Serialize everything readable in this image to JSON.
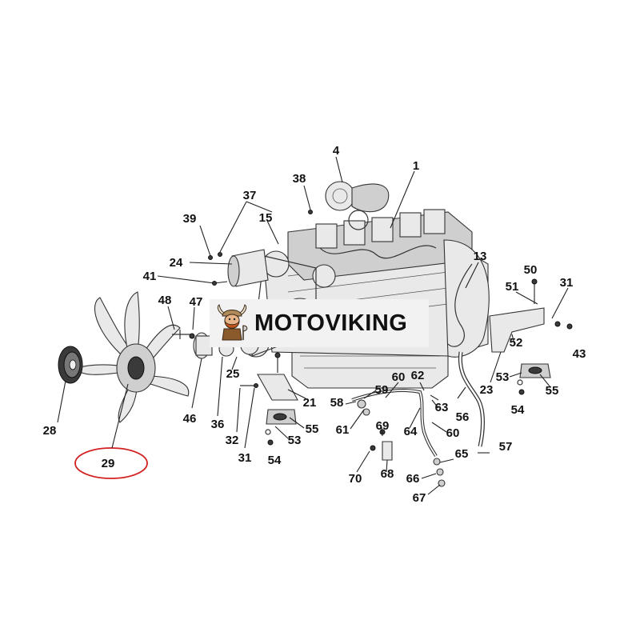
{
  "watermark": {
    "brand": "MOTOVIKING",
    "logo_icon": "viking-mascot-icon",
    "background": "#f2f2f2"
  },
  "highlight": {
    "part": "29",
    "color": "#d32020"
  },
  "labels": {
    "p1": "1",
    "p4": "4",
    "p13": "13",
    "p15": "15",
    "p21": "21",
    "p23": "23",
    "p24": "24",
    "p25": "25",
    "p28": "28",
    "p29": "29",
    "p31a": "31",
    "p31b": "31",
    "p32": "32",
    "p36": "36",
    "p37": "37",
    "p38": "38",
    "p39": "39",
    "p41": "41",
    "p43": "43",
    "p46": "46",
    "p47": "47",
    "p48": "48",
    "p50": "50",
    "p51": "51",
    "p52": "52",
    "p53a": "53",
    "p53b": "53",
    "p54a": "54",
    "p54b": "54",
    "p55a": "55",
    "p55b": "55",
    "p56": "56",
    "p57": "57",
    "p58": "58",
    "p59": "59",
    "p60a": "60",
    "p60b": "60",
    "p61": "61",
    "p62": "62",
    "p63": "63",
    "p64": "64",
    "p65": "65",
    "p66": "66",
    "p67": "67",
    "p68": "68",
    "p69": "69",
    "p70": "70"
  }
}
